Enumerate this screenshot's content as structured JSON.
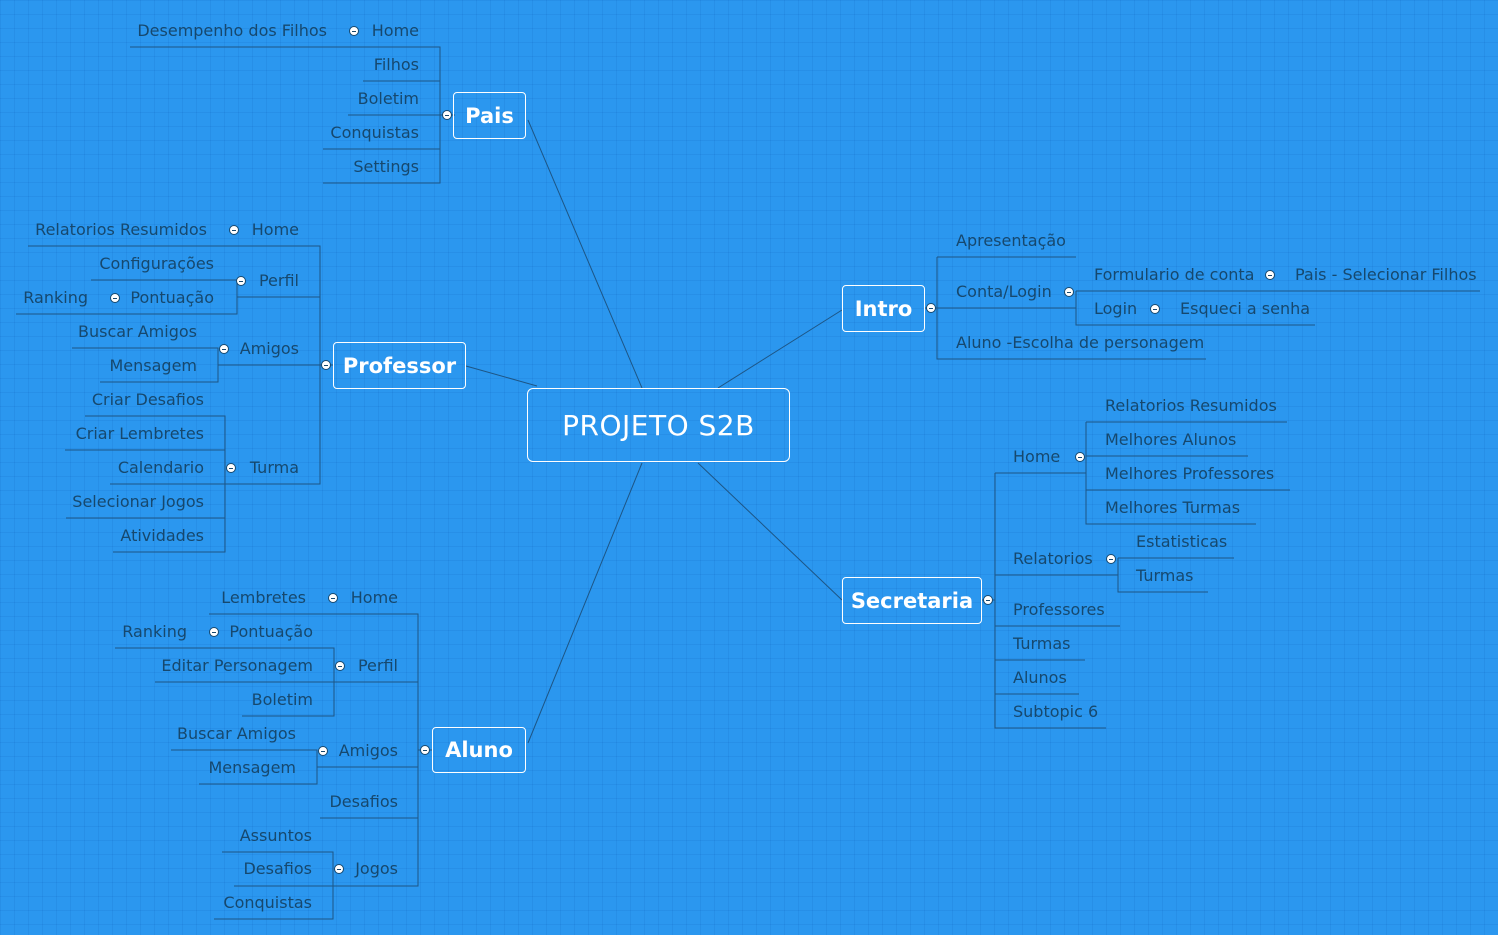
{
  "colors": {
    "background": "#2b97ef",
    "line": "#1d5585",
    "text": "#16486e",
    "box": "#ffffff"
  },
  "root": "PROJETO S2B",
  "pais": {
    "title": "Pais",
    "desempenho": "Desempenho dos Filhos",
    "home": "Home",
    "filhos": "Filhos",
    "boletim": "Boletim",
    "conquistas": "Conquistas",
    "settings": "Settings"
  },
  "professor": {
    "title": "Professor",
    "relatorios": "Relatorios Resumidos",
    "home": "Home",
    "configuracoes": "Configurações",
    "perfil": "Perfil",
    "ranking": "Ranking",
    "pontuacao": "Pontuação",
    "buscar_amigos": "Buscar Amigos",
    "amigos": "Amigos",
    "mensagem": "Mensagem",
    "criar_desafios": "Criar Desafios",
    "criar_lembretes": "Criar Lembretes",
    "calendario": "Calendario",
    "turma": "Turma",
    "selecionar_jogos": "Selecionar Jogos",
    "atividades": "Atividades"
  },
  "aluno": {
    "title": "Aluno",
    "lembretes": "Lembretes",
    "home": "Home",
    "ranking": "Ranking",
    "pontuacao": "Pontuação",
    "editar_personagem": "Editar Personagem",
    "perfil": "Perfil",
    "boletim": "Boletim",
    "buscar_amigos": "Buscar Amigos",
    "amigos": "Amigos",
    "mensagem": "Mensagem",
    "desafios": "Desafios",
    "assuntos": "Assuntos",
    "jogos_desafios": "Desafios",
    "jogos": "Jogos",
    "conquistas": "Conquistas"
  },
  "intro": {
    "title": "Intro",
    "apresentacao": "Apresentação",
    "conta_login": "Conta/Login",
    "formulario": "Formulario de conta",
    "pais_selecionar": "Pais - Selecionar Filhos",
    "login": "Login",
    "esqueci": "Esqueci a senha",
    "aluno_escolha": "Aluno -Escolha de personagem"
  },
  "secretaria": {
    "title": "Secretaria",
    "home": "Home",
    "relatorios_resumidos": "Relatorios Resumidos",
    "melhores_alunos": "Melhores Alunos",
    "melhores_professores": "Melhores Professores",
    "melhores_turmas": "Melhores Turmas",
    "relatorios": "Relatorios",
    "estatisticas": "Estatisticas",
    "turmas_rel": "Turmas",
    "professores": "Professores",
    "turmas": "Turmas",
    "alunos": "Alunos",
    "subtopic": "Subtopic 6"
  }
}
